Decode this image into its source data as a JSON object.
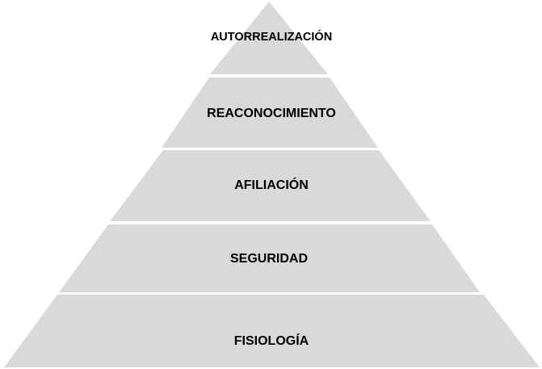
{
  "pyramid": {
    "fill_color": "#d9d9d9",
    "levels": [
      "AUTORREALIZACIÓN",
      "REACONOCIMIENTO",
      "AFILIACIÓN",
      "SEGURIDAD",
      "FISIOLOGÍA"
    ]
  }
}
